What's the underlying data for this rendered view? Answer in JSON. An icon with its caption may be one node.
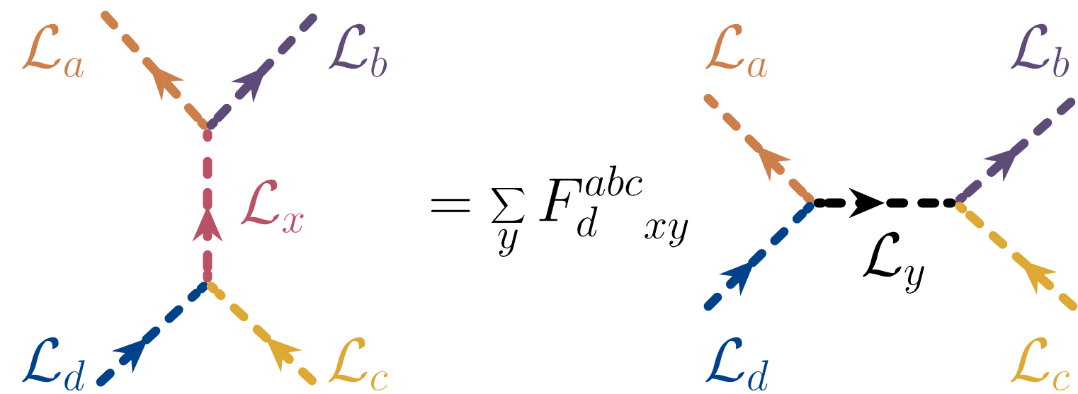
{
  "diagram": {
    "nodes": [
      {
        "text": [
          "\\mathcal{L}_a"
        ]
      },
      {
        "text": [
          "\\mathcal{L}_b"
        ]
      },
      {
        "text": [],
        "shape": "point"
      },
      {
        "text": [],
        "shape": "point"
      },
      {
        "text": [
          "\\mathcal{L}_d"
        ]
      },
      {
        "text": [
          "\\mathcal{L}_c"
        ]
      },
      {
        "text": [
          "\\mathcal{L}_a"
        ]
      },
      {
        "text": [
          "\\mathcal{L}_b"
        ]
      },
      {
        "text": [],
        "shape": "point"
      },
      {
        "text": [],
        "shape": "point"
      },
      {
        "text": [
          "\\mathcal{L}_d"
        ]
      },
      {
        "text": [
          "\\mathcal{L}_c"
        ]
      }
    ],
    "edges": [
      {
        "from": 2,
        "to": 0,
        "arrow": "to",
        "style": "dashed",
        "color": "#cd7f4b"
      },
      {
        "from": 2,
        "to": 1,
        "arrow": "to",
        "style": "dashed",
        "color": "#5e4b78"
      },
      {
        "from": 3,
        "to": 2,
        "arrow": "to",
        "style": "dashed",
        "color": "#b95265",
        "label": "\\mathcal{L}_x"
      },
      {
        "from": 4,
        "to": 3,
        "arrow": "to",
        "style": "dashed",
        "color": "#00428a"
      },
      {
        "from": 5,
        "to": 3,
        "arrow": "to",
        "style": "dashed",
        "color": "#dda833"
      },
      {
        "from": 8,
        "to": 6,
        "arrow": "to",
        "style": "dashed",
        "color": "#cd7f4b"
      },
      {
        "from": 10,
        "to": 8,
        "arrow": "to",
        "style": "dashed",
        "color": "#00428a"
      },
      {
        "from": 8,
        "to": 9,
        "arrow": "to",
        "style": "dashed",
        "color": "#000000",
        "label": "\\mathcal{L}_y"
      },
      {
        "from": 9,
        "to": 7,
        "arrow": "to",
        "style": "dashed",
        "color": "#5e4b78"
      },
      {
        "from": 11,
        "to": 9,
        "arrow": "to",
        "style": "dashed",
        "color": "#dda833"
      }
    ],
    "labels": [
      "= \\sum_y {F^{abc}_{d}}_{xy}"
    ]
  }
}
